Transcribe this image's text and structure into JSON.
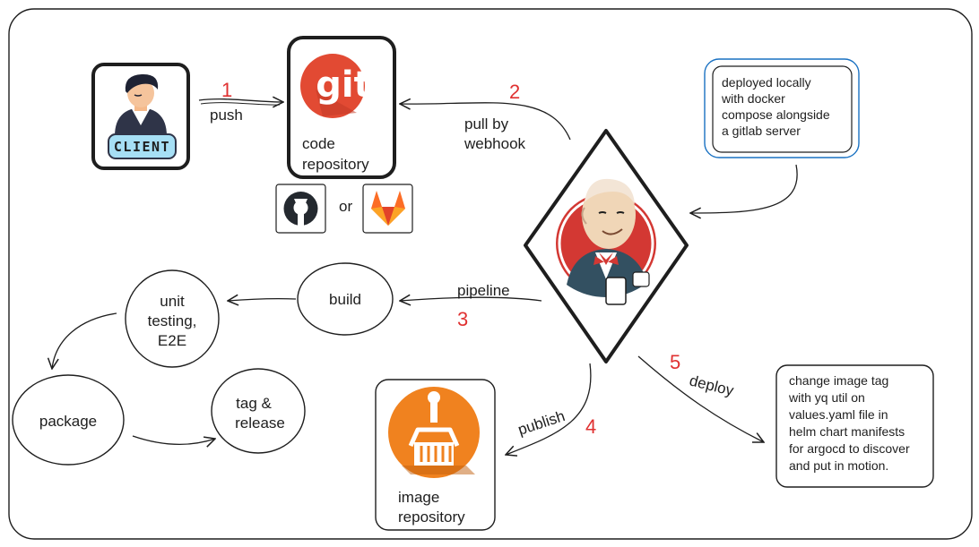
{
  "client": {
    "badge": "CLIENT"
  },
  "git": {
    "logo_text": "git",
    "label_line1": "code",
    "label_line2": "repository",
    "or": "or"
  },
  "steps": {
    "push": {
      "number": "1",
      "label": "push"
    },
    "pull": {
      "number": "2",
      "label_line1": "pull by",
      "label_line2": "webhook"
    },
    "pipeline": {
      "number": "3",
      "label": "pipeline"
    },
    "publish": {
      "number": "4",
      "label": "publish"
    },
    "deploy": {
      "number": "5",
      "label": "deploy"
    }
  },
  "note_top": {
    "lines": [
      "deployed locally",
      "with docker",
      "compose alongside",
      "a gitlab server"
    ]
  },
  "note_bottom": {
    "lines": [
      "change image tag",
      "with yq util on",
      "values.yaml file in",
      "helm chart manifests",
      "for argocd to discover",
      "and put in motion."
    ]
  },
  "stages": {
    "build": "build",
    "unit_line1": "unit",
    "unit_line2": "testing,",
    "unit_line3": "E2E",
    "package": "package",
    "tag_line1": "tag &",
    "tag_line2": "release"
  },
  "image_repo": {
    "line1": "image",
    "line2": "repository"
  },
  "colors": {
    "accent_red": "#e03131",
    "git_orange": "#e24a33",
    "artifact_orange": "#f0821f",
    "note_blue": "#1971c2",
    "stroke": "#1e1e1e"
  }
}
